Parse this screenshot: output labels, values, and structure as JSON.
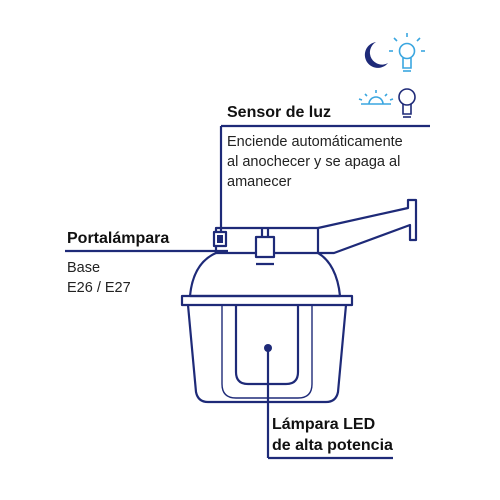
{
  "callouts": {
    "sensor": {
      "title": "Sensor de luz",
      "lines": [
        "Enciende automáticamente",
        "al anochecer y se apaga al",
        "amanecer"
      ]
    },
    "socket": {
      "title": "Portalámpara",
      "lines": [
        "Base",
        "E26 / E27"
      ]
    },
    "lamp": {
      "title_lines": [
        "Lámpara LED",
        "de alta potencia"
      ]
    }
  },
  "icons": {
    "night": "moon-lit-bulb-icon",
    "day": "sunrise-unlit-bulb-icon"
  },
  "colors": {
    "line": "#1e2a78",
    "icon_blue": "#3aa6e0",
    "icon_dark": "#1e2a78",
    "text": "#111111"
  }
}
